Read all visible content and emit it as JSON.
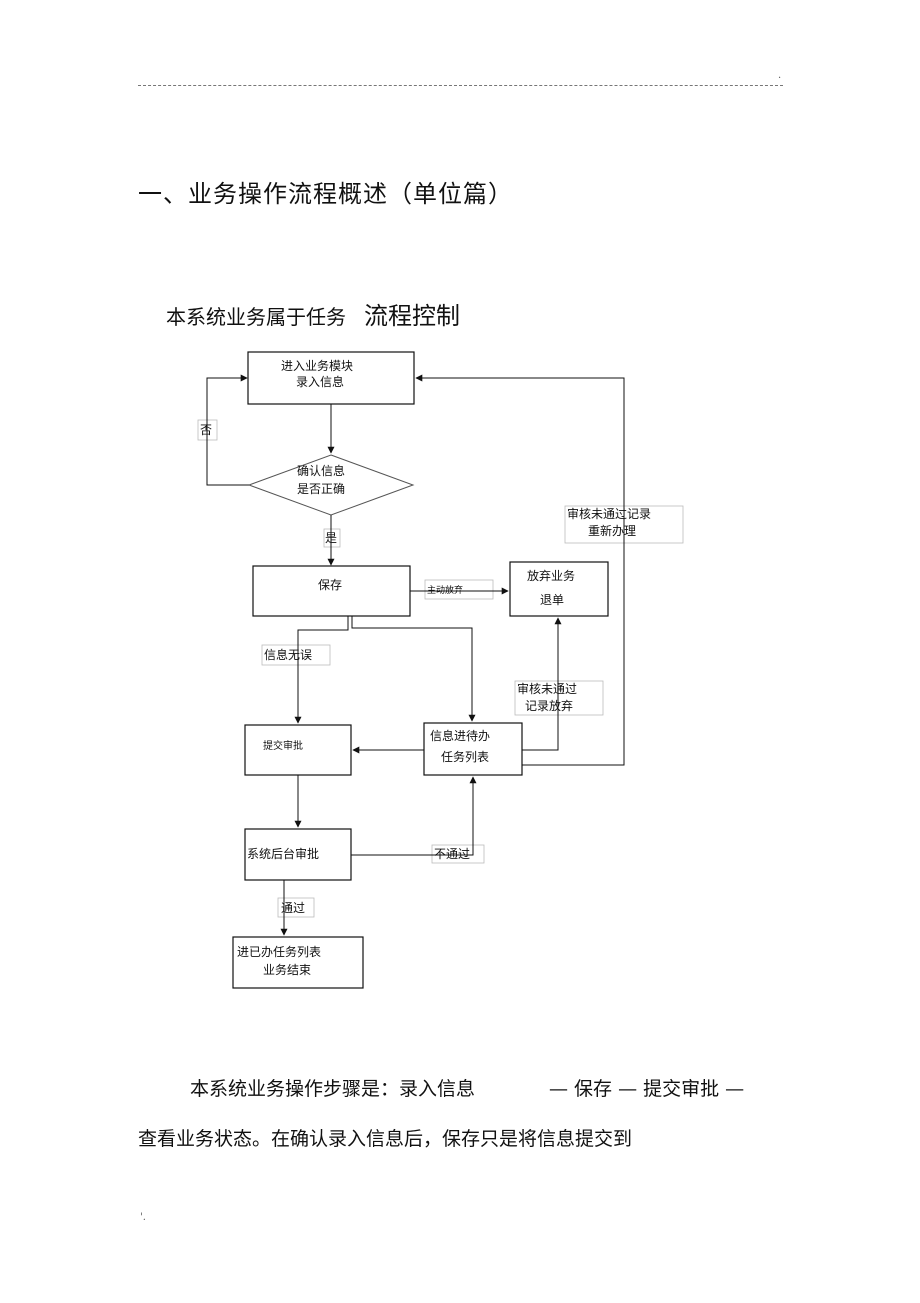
{
  "header": {
    "corner_mark": "."
  },
  "section_title": "一、业务操作流程概述（单位篇）",
  "subtitle": {
    "part1": "本系统业务属于任务",
    "part2": "流程控制"
  },
  "flowchart": {
    "enter_module_line1": "进入业务模块",
    "enter_module_line2": "录入信息",
    "no_label": "否",
    "confirm_line1": "确认信息",
    "confirm_line2": "是否正确",
    "yes_label": "是",
    "save_box": "保存",
    "active_abandon": "主动放弃",
    "abandon_line1": "放弃业务",
    "abandon_line2": "退单",
    "reaudit_line1": "审核未通过记录",
    "reaudit_line2": "重新办理",
    "info_correct": "信息无误",
    "audit_fail_line1": "审核未通过",
    "audit_fail_line2": "记录放弃",
    "submit_box": "提交审批",
    "pending_line1": "信息进待办",
    "pending_line2": "任务列表",
    "backend_box": "系统后台审批",
    "not_passed": "不通过",
    "passed": "通过",
    "done_line1": "进已办任务列表",
    "done_line2": "业务结束"
  },
  "body": {
    "line1_part1": "本系统业务操作步骤是：录入信息",
    "line1_part2": "— 保存 — 提交审批 —",
    "line2": "查看业务状态。在确认录入信息后，保存只是将信息提交到"
  },
  "footer": {
    "corner_mark": "'."
  }
}
